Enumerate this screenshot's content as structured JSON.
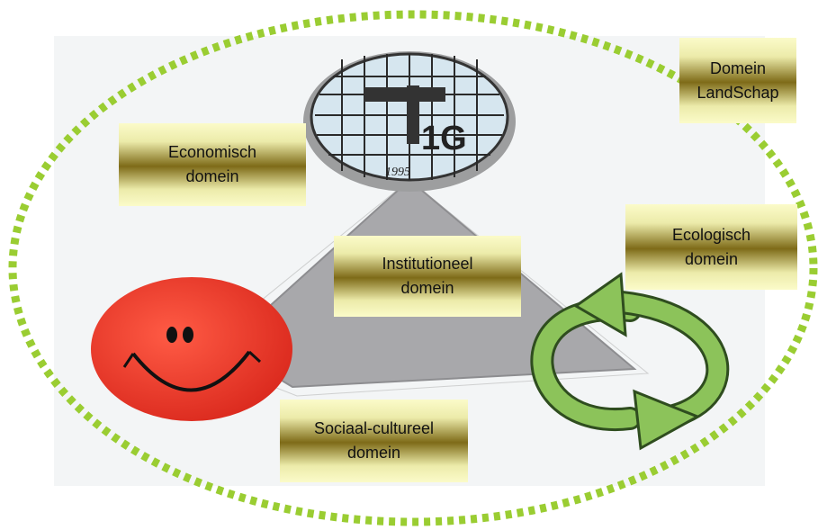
{
  "labels": {
    "landschap": "Domein\nLandSchap",
    "economisch": "Economisch\ndomein",
    "institutioneel": "Institutioneel\ndomein",
    "ecologisch": "Ecologisch\ndomein",
    "sociaal": "Sociaal-cultureel\ndomein"
  },
  "logo": {
    "mark": "1G",
    "year": "1995"
  },
  "colors": {
    "dotted_border": "#9acd32",
    "triangle": "#a8a8ab",
    "smiley": "#e8392a",
    "arrows": "#8cc35a",
    "logo_bg": "#c9dde9"
  }
}
